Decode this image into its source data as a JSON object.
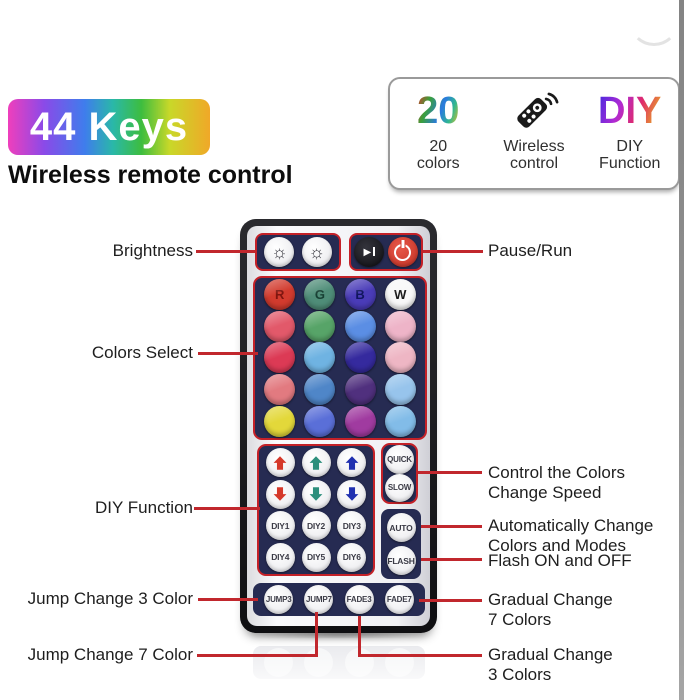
{
  "header": {
    "badge_text": "44 Keys",
    "subtitle": "Wireless remote control"
  },
  "features": {
    "colors": {
      "big": "20",
      "cap1": "20",
      "cap2": "colors"
    },
    "wireless": {
      "cap1": "Wireless",
      "cap2": "control"
    },
    "diy": {
      "big": "DIY",
      "cap1": "DIY",
      "cap2": "Function"
    }
  },
  "annotations": {
    "brightness": "Brightness",
    "pause_run": "Pause/Run",
    "colors_select": "Colors Select",
    "speed_line1": "Control the Colors",
    "speed_line2": "Change Speed",
    "diy_function": "DIY Function",
    "auto_line1": "Automatically Change",
    "auto_line2": "Colors and Modes",
    "flash": "Flash ON and OFF",
    "jump3": "Jump Change 3 Color",
    "jump7": "Jump Change 7 Color",
    "fade7_line1": "Gradual Change",
    "fade7_line2": "7 Colors",
    "fade3_line1": "Gradual Change",
    "fade3_line2": "3 Colors"
  },
  "remote": {
    "glyphs": {
      "brightness": "☼",
      "play": "▶"
    },
    "rgbw_row": [
      {
        "label": "R",
        "bg": "#d23b2e",
        "fg": "#7f150f"
      },
      {
        "label": "G",
        "bg": "#4f8d78",
        "fg": "#173f33"
      },
      {
        "label": "B",
        "bg": "#4a3cb8",
        "fg": "#10155e"
      },
      {
        "label": "W",
        "bg": "#f8f8f8",
        "fg": "#1a1a1a"
      }
    ],
    "color_grid": [
      [
        "#e2596a",
        "#57a468",
        "#5b8ee4",
        "#eeb4c8"
      ],
      [
        "#dc3a55",
        "#6fb3e2",
        "#352a9e",
        "#eeb6c4"
      ],
      [
        "#e27a80",
        "#4f86c8",
        "#50307e",
        "#97c4ec"
      ],
      [
        "#e3d83a",
        "#5a6fd8",
        "#a03ba0",
        "#82bce8"
      ]
    ],
    "arrow_colors": [
      "#d5382a",
      "#2d8f7c",
      "#2030b0"
    ],
    "diy_buttons": [
      "DIY1",
      "DIY2",
      "DIY3",
      "DIY4",
      "DIY5",
      "DIY6"
    ],
    "speed_buttons": [
      "QUICK",
      "SLOW"
    ],
    "mode_buttons": [
      "AUTO",
      "FLASH"
    ],
    "bottom_buttons": [
      "JUMP3",
      "JUMP7",
      "FADE3",
      "FADE7"
    ]
  },
  "palette": {
    "annotation_line": "#c1272d",
    "panel_outline": "#c42128",
    "panel_navy": "#262b52",
    "remote_body": "#141418",
    "power_button": "#d63a2e",
    "play_button": "#0e0e12"
  }
}
